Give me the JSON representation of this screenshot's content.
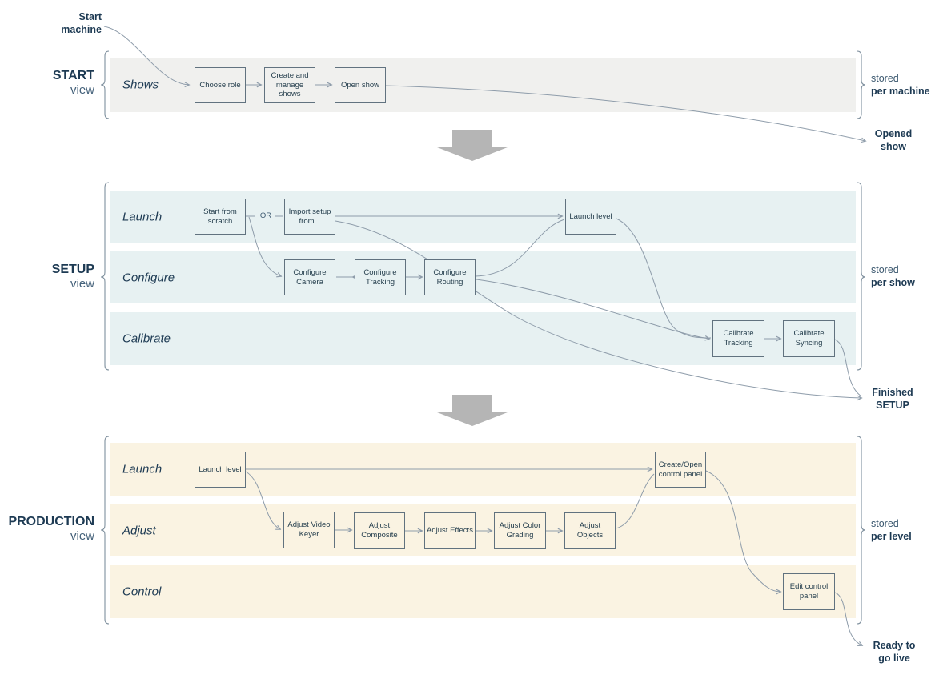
{
  "colors": {
    "navy_text": "#1d3a53",
    "line": "#8e9caa",
    "flow_arrow_gray": "#b5b5b5",
    "start_lane_bg": "#f0f0ee",
    "setup_lane_bg": "#e7f1f2",
    "production_lane_bg": "#faf3e2",
    "box_border": "#61727f"
  },
  "or_label": "OR",
  "annotations": {
    "start_machine": "Start\nmachine",
    "opened_show": "Opened\nshow",
    "finished_setup": "Finished\nSETUP",
    "ready_to_go_live": "Ready to\ngo live"
  },
  "sections": [
    {
      "name": "START",
      "view_word": "view",
      "stored_word": "stored",
      "stored_scope": "per machine",
      "lanes": [
        {
          "label": "Shows",
          "boxes": [
            {
              "label": "Choose role"
            },
            {
              "label": "Create and manage shows"
            },
            {
              "label": "Open show"
            }
          ]
        }
      ]
    },
    {
      "name": "SETUP",
      "view_word": "view",
      "stored_word": "stored",
      "stored_scope": "per show",
      "lanes": [
        {
          "label": "Launch",
          "boxes": [
            {
              "label": "Start from scratch"
            },
            {
              "label": "Import setup from..."
            },
            {
              "label": "Launch level"
            }
          ]
        },
        {
          "label": "Configure",
          "boxes": [
            {
              "label": "Configure Camera"
            },
            {
              "label": "Configure Tracking"
            },
            {
              "label": "Configure Routing"
            }
          ]
        },
        {
          "label": "Calibrate",
          "boxes": [
            {
              "label": "Calibrate Tracking"
            },
            {
              "label": "Calibrate Syncing"
            }
          ]
        }
      ]
    },
    {
      "name": "PRODUCTION",
      "view_word": "view",
      "stored_word": "stored",
      "stored_scope": "per level",
      "lanes": [
        {
          "label": "Launch",
          "boxes": [
            {
              "label": "Launch level"
            },
            {
              "label": "Create/Open control panel"
            }
          ]
        },
        {
          "label": "Adjust",
          "boxes": [
            {
              "label": "Adjust Video Keyer"
            },
            {
              "label": "Adjust Composite"
            },
            {
              "label": "Adjust Effects"
            },
            {
              "label": "Adjust Color Grading"
            },
            {
              "label": "Adjust Objects"
            }
          ]
        },
        {
          "label": "Control",
          "boxes": [
            {
              "label": "Edit control panel"
            }
          ]
        }
      ]
    }
  ]
}
